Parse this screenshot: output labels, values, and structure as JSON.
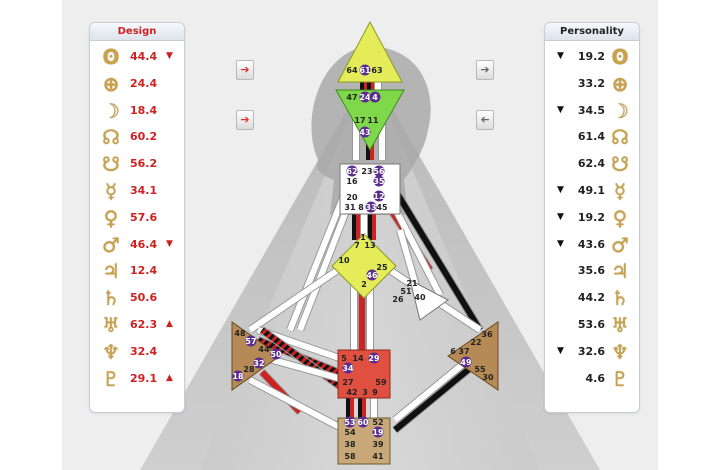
{
  "design": {
    "title": "Design",
    "rows": [
      {
        "planet": "sun-icon",
        "glyph": "ʘ",
        "value": "44.4",
        "arrow": "▼"
      },
      {
        "planet": "earth-icon",
        "glyph": "⊕",
        "value": "24.4",
        "arrow": ""
      },
      {
        "planet": "moon-icon",
        "glyph": "☽",
        "value": "18.4",
        "arrow": ""
      },
      {
        "planet": "north-node-icon",
        "glyph": "☊",
        "value": "60.2",
        "arrow": ""
      },
      {
        "planet": "south-node-icon",
        "glyph": "☋",
        "value": "56.2",
        "arrow": ""
      },
      {
        "planet": "mercury-icon",
        "glyph": "☿",
        "value": "34.1",
        "arrow": ""
      },
      {
        "planet": "venus-icon",
        "glyph": "♀",
        "value": "57.6",
        "arrow": ""
      },
      {
        "planet": "mars-icon",
        "glyph": "♂",
        "value": "46.4",
        "arrow": "▼"
      },
      {
        "planet": "jupiter-icon",
        "glyph": "♃",
        "value": "12.4",
        "arrow": ""
      },
      {
        "planet": "saturn-icon",
        "glyph": "♄",
        "value": "50.6",
        "arrow": ""
      },
      {
        "planet": "uranus-icon",
        "glyph": "♅",
        "value": "62.3",
        "arrow": "▲"
      },
      {
        "planet": "neptune-icon",
        "glyph": "♆",
        "value": "32.4",
        "arrow": ""
      },
      {
        "planet": "pluto-icon",
        "glyph": "♇",
        "value": "29.1",
        "arrow": "▲"
      }
    ]
  },
  "personality": {
    "title": "Personality",
    "rows": [
      {
        "planet": "sun-icon",
        "glyph": "ʘ",
        "value": "19.2",
        "arrow": "▼"
      },
      {
        "planet": "earth-icon",
        "glyph": "⊕",
        "value": "33.2",
        "arrow": ""
      },
      {
        "planet": "moon-icon",
        "glyph": "☽",
        "value": "34.5",
        "arrow": "▼"
      },
      {
        "planet": "north-node-icon",
        "glyph": "☊",
        "value": "61.4",
        "arrow": ""
      },
      {
        "planet": "south-node-icon",
        "glyph": "☋",
        "value": "62.4",
        "arrow": ""
      },
      {
        "planet": "mercury-icon",
        "glyph": "☿",
        "value": "49.1",
        "arrow": "▼"
      },
      {
        "planet": "venus-icon",
        "glyph": "♀",
        "value": "19.2",
        "arrow": "▼"
      },
      {
        "planet": "mars-icon",
        "glyph": "♂",
        "value": "43.6",
        "arrow": "▼"
      },
      {
        "planet": "jupiter-icon",
        "glyph": "♃",
        "value": "35.6",
        "arrow": ""
      },
      {
        "planet": "saturn-icon",
        "glyph": "♄",
        "value": "44.2",
        "arrow": ""
      },
      {
        "planet": "uranus-icon",
        "glyph": "♅",
        "value": "53.6",
        "arrow": ""
      },
      {
        "planet": "neptune-icon",
        "glyph": "♆",
        "value": "32.6",
        "arrow": "▼"
      },
      {
        "planet": "pluto-icon",
        "glyph": "♇",
        "value": "4.6",
        "arrow": ""
      }
    ]
  },
  "nav": {
    "design_next": "➔",
    "design_prev": "➔",
    "personality_next": "➔",
    "personality_prev": "➔"
  },
  "colors": {
    "design": "#cc2222",
    "personality": "#111111",
    "head": "#e4ec5a",
    "ajna": "#7fd84a",
    "sacral": "#e05040",
    "spleen": "#b58a55",
    "root": "#c8a878",
    "gold": "#c9a24a"
  },
  "centers": {
    "head": {
      "gates": [
        "64",
        "61",
        "63"
      ]
    },
    "ajna": {
      "gates": [
        "47",
        "24",
        "4",
        "17",
        "11",
        "43"
      ]
    },
    "throat": {
      "gates": [
        "62",
        "23",
        "56",
        "16",
        "35",
        "20",
        "12",
        "31",
        "8",
        "33",
        "45"
      ]
    },
    "g": {
      "gates": [
        "1",
        "7",
        "13",
        "10",
        "25",
        "46",
        "2"
      ]
    },
    "ego": {
      "gates": [
        "21",
        "51",
        "26",
        "40"
      ]
    },
    "spleen": {
      "gates": [
        "48",
        "57",
        "44",
        "50",
        "32",
        "28",
        "18"
      ]
    },
    "sacral": {
      "gates": [
        "5",
        "14",
        "29",
        "34",
        "27",
        "59",
        "42",
        "3",
        "9"
      ]
    },
    "solar": {
      "gates": [
        "36",
        "22",
        "6",
        "37",
        "49",
        "55",
        "30"
      ]
    },
    "root": {
      "gates": [
        "53",
        "60",
        "52",
        "54",
        "19",
        "38",
        "39",
        "58",
        "41"
      ]
    }
  }
}
